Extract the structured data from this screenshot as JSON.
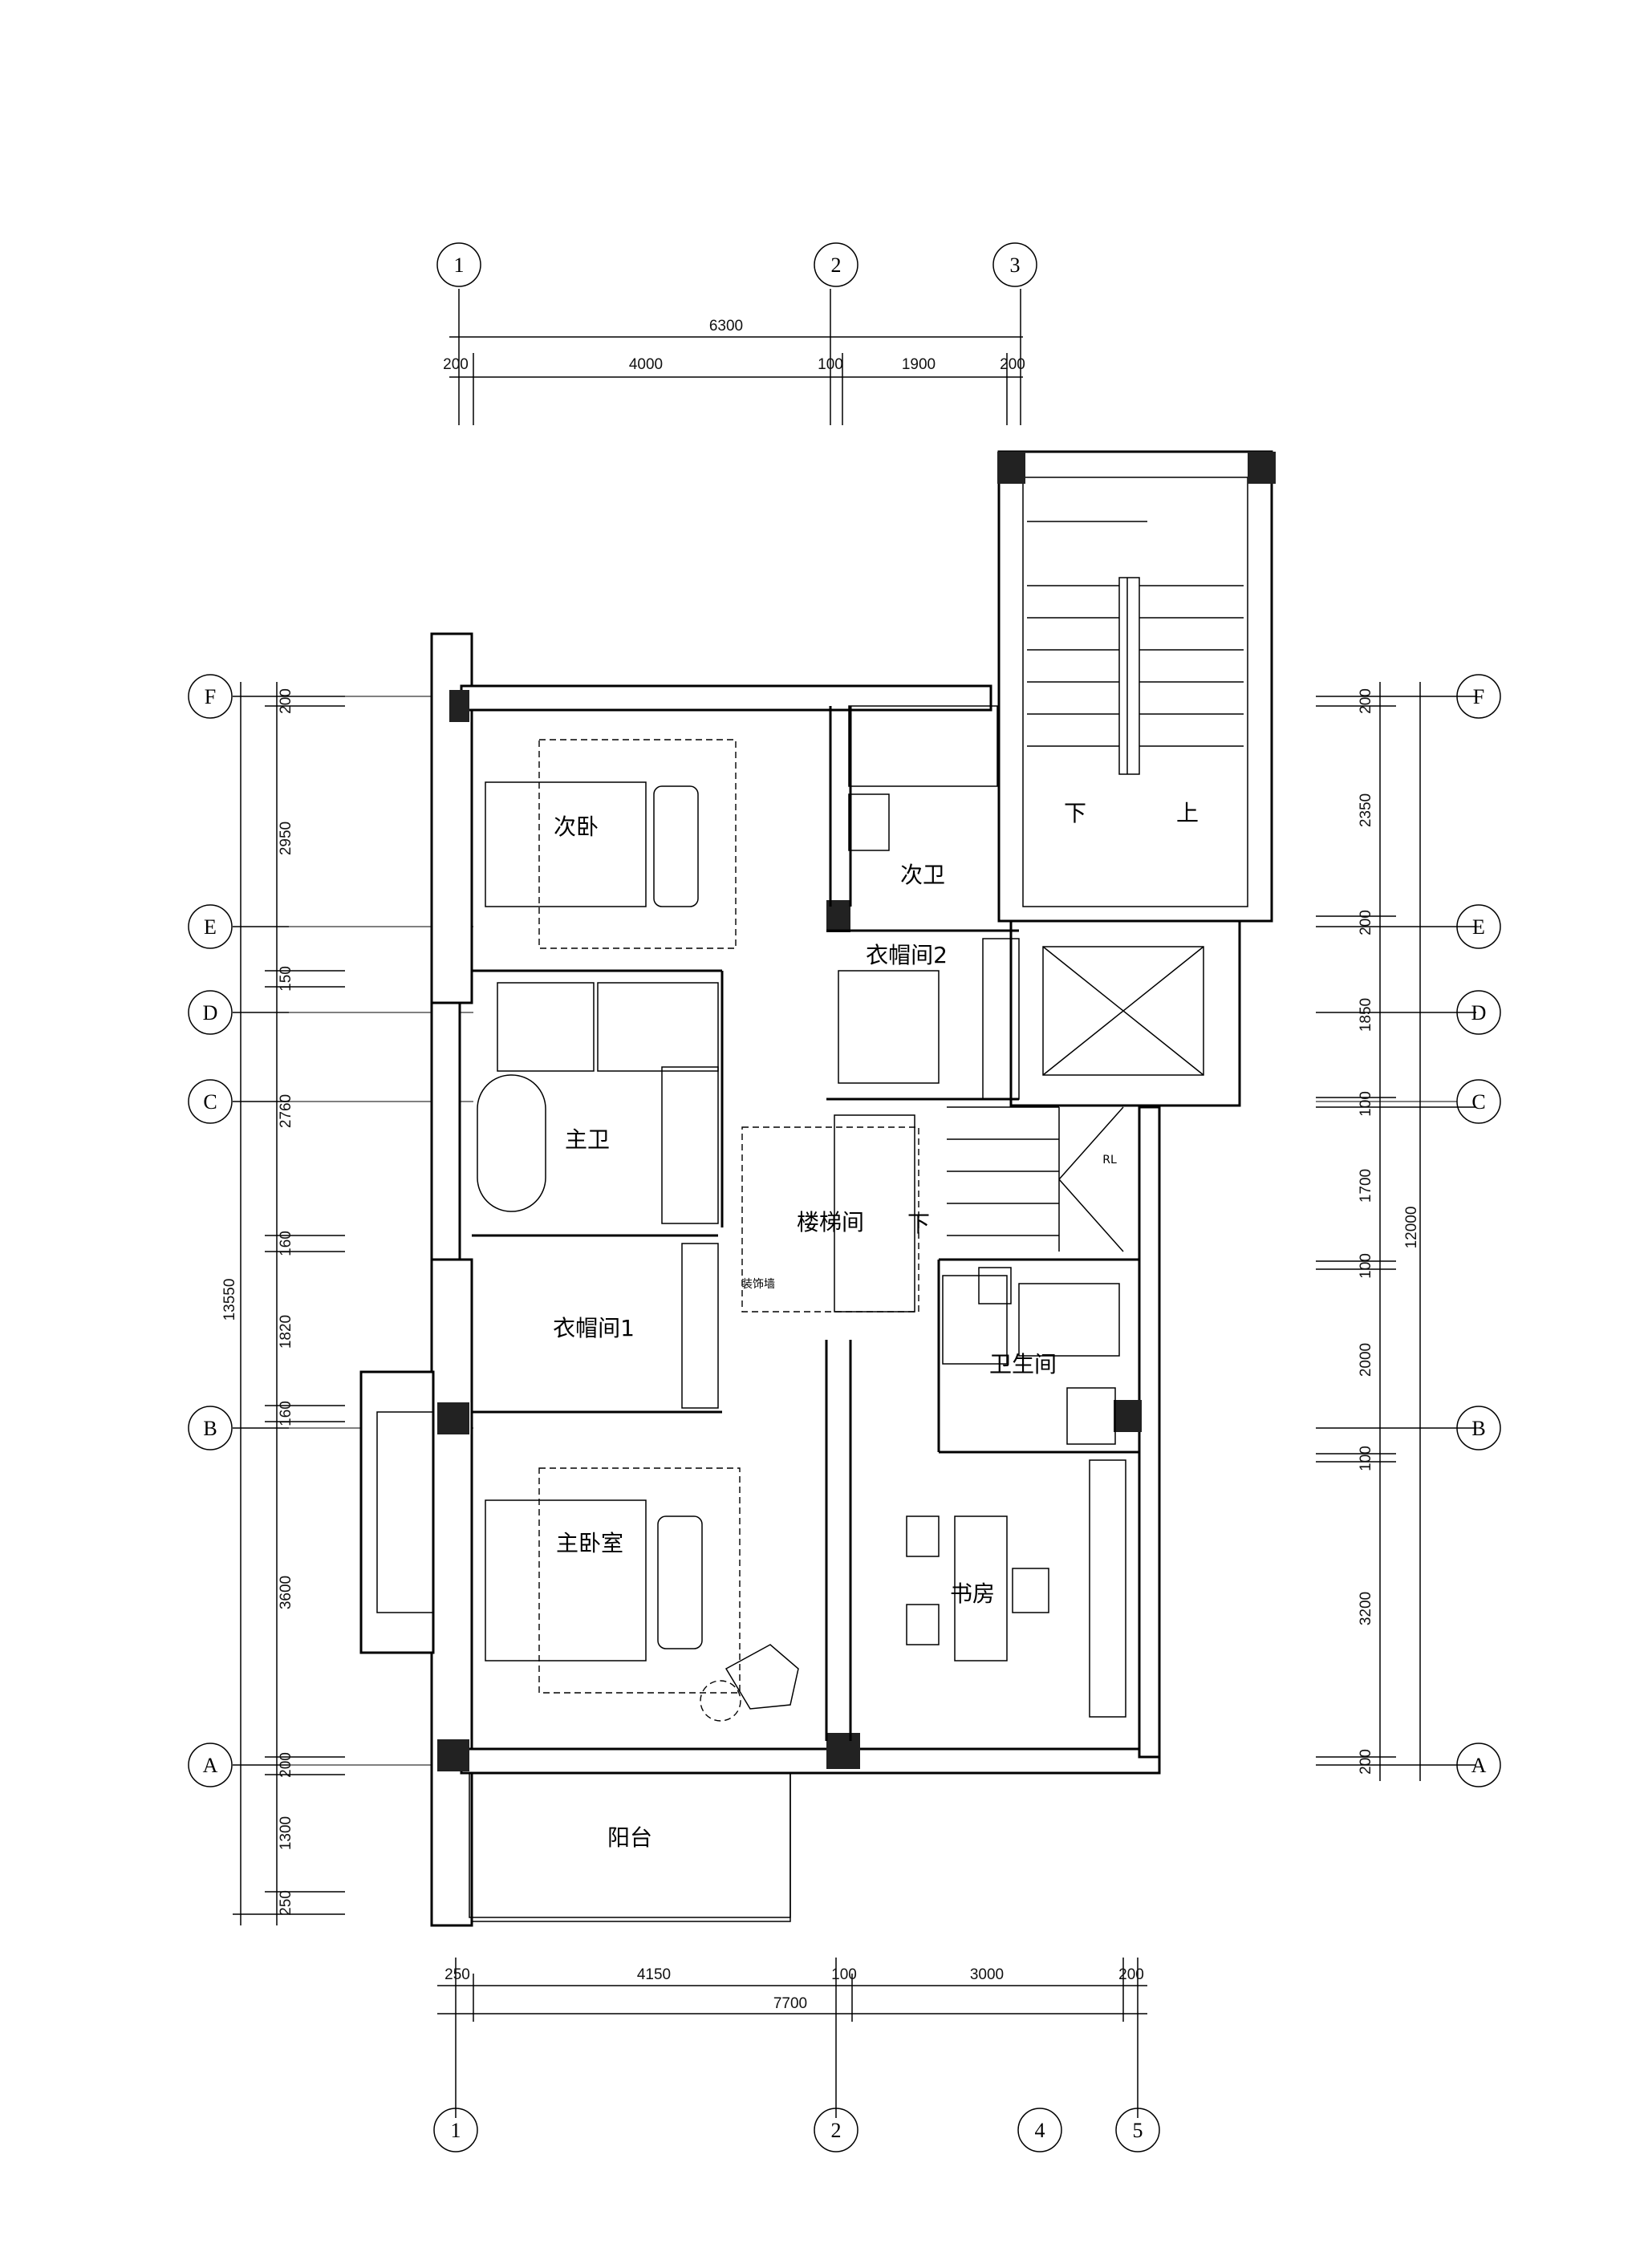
{
  "top_dims": {
    "total": "6300",
    "parts": [
      "200",
      "4000",
      "100",
      "1900",
      "200"
    ]
  },
  "bottom_dims": {
    "total": "7700",
    "parts": [
      "250",
      "4150",
      "100",
      "3000",
      "200"
    ]
  },
  "left_dims": {
    "total": "13550",
    "parts": [
      "200",
      "2950",
      "150",
      "2760",
      "160",
      "1820",
      "160",
      "3600",
      "200",
      "1300",
      "250"
    ]
  },
  "right_dims": {
    "total": "12000",
    "parts": [
      "200",
      "2350",
      "200",
      "1850",
      "100",
      "1700",
      "100",
      "2000",
      "100",
      "3200",
      "200"
    ]
  },
  "axes": {
    "top": [
      "1",
      "2",
      "3"
    ],
    "bottom": [
      "1",
      "2",
      "4",
      "5"
    ],
    "left": [
      "F",
      "E",
      "D",
      "C",
      "B",
      "A"
    ],
    "right": [
      "F",
      "E",
      "D",
      "C",
      "B",
      "A"
    ]
  },
  "rooms": {
    "secondary_bedroom": "次卧",
    "secondary_bath": "次卫",
    "closet2": "衣帽间2",
    "master_bath": "主卫",
    "stairwell": "楼梯间",
    "closet1": "衣帽间1",
    "washroom": "卫生间",
    "master_bedroom": "主卧室",
    "study": "书房",
    "balcony": "阳台"
  },
  "labels": {
    "stair_down": "下",
    "stair_up": "上",
    "stair_down2": "下",
    "decor_wall": "装饰墙",
    "rl": "RL"
  }
}
